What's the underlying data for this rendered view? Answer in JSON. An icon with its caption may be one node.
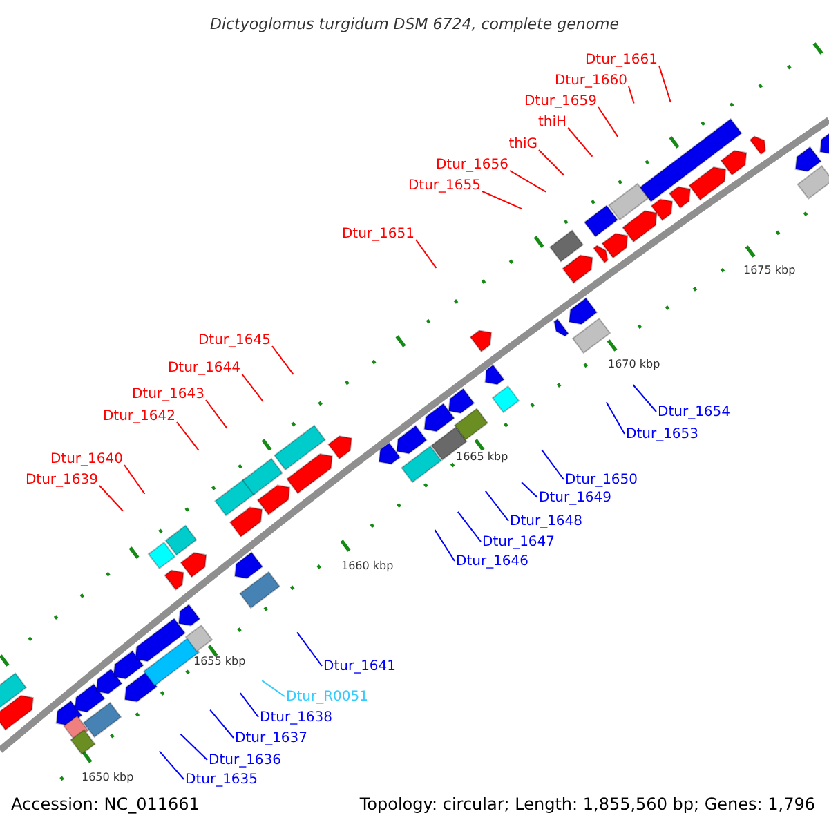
{
  "diagram": {
    "title": "Dictyoglomus turgidum DSM 6724, complete genome",
    "nodes": [
      {
        "text": [
          "Dtur_1661"
        ]
      },
      {
        "text": [
          "Dtur_1660"
        ]
      },
      {
        "text": [
          "Dtur_1659"
        ]
      },
      {
        "text": [
          "thiH"
        ]
      },
      {
        "text": [
          "thiG"
        ]
      },
      {
        "text": [
          "Dtur_1656"
        ]
      },
      {
        "text": [
          "Dtur_1655"
        ]
      },
      {
        "text": [
          "Dtur_1651"
        ]
      },
      {
        "text": [
          "Dtur_1645"
        ]
      },
      {
        "text": [
          "Dtur_1644"
        ]
      },
      {
        "text": [
          "Dtur_1643"
        ]
      },
      {
        "text": [
          "Dtur_1642"
        ]
      },
      {
        "text": [
          "Dtur_1640"
        ]
      },
      {
        "text": [
          "Dtur_1639"
        ]
      },
      {
        "text": [
          "Dtur_1654"
        ]
      },
      {
        "text": [
          "Dtur_1653"
        ]
      },
      {
        "text": [
          "Dtur_1650"
        ]
      },
      {
        "text": [
          "Dtur_1649"
        ]
      },
      {
        "text": [
          "Dtur_1648"
        ]
      },
      {
        "text": [
          "Dtur_1647"
        ]
      },
      {
        "text": [
          "Dtur_1646"
        ]
      },
      {
        "text": [
          "Dtur_1641"
        ]
      },
      {
        "text": [
          "Dtur_R0051"
        ]
      },
      {
        "text": [
          "Dtur_1638"
        ]
      },
      {
        "text": [
          "Dtur_1637"
        ]
      },
      {
        "text": [
          "Dtur_1636"
        ]
      },
      {
        "text": [
          "Dtur_1635"
        ]
      }
    ],
    "edges": [
      {
        "from": 0,
        "to": null,
        "arrow": "none"
      },
      {
        "from": 1,
        "to": null,
        "arrow": "none"
      },
      {
        "from": 2,
        "to": null,
        "arrow": "none"
      },
      {
        "from": 3,
        "to": null,
        "arrow": "none"
      },
      {
        "from": 4,
        "to": null,
        "arrow": "none"
      },
      {
        "from": 5,
        "to": null,
        "arrow": "none"
      },
      {
        "from": 6,
        "to": null,
        "arrow": "none"
      },
      {
        "from": 7,
        "to": null,
        "arrow": "none"
      },
      {
        "from": 8,
        "to": null,
        "arrow": "none"
      },
      {
        "from": 9,
        "to": null,
        "arrow": "none"
      },
      {
        "from": 10,
        "to": null,
        "arrow": "none"
      },
      {
        "from": 11,
        "to": null,
        "arrow": "none"
      },
      {
        "from": 12,
        "to": null,
        "arrow": "none"
      },
      {
        "from": 13,
        "to": null,
        "arrow": "none"
      },
      {
        "from": 14,
        "to": null,
        "arrow": "none",
        "color": "#0000ff"
      },
      {
        "from": 15,
        "to": null,
        "arrow": "none",
        "color": "#0000ff"
      },
      {
        "from": 16,
        "to": null,
        "arrow": "none",
        "color": "#0000ff"
      },
      {
        "from": 17,
        "to": null,
        "arrow": "none",
        "color": "#0000ff"
      },
      {
        "from": 18,
        "to": null,
        "arrow": "none",
        "color": "#0000ff"
      },
      {
        "from": 19,
        "to": null,
        "arrow": "none",
        "color": "#0000ff"
      },
      {
        "from": 20,
        "to": null,
        "arrow": "none",
        "color": "#0000ff"
      },
      {
        "from": 21,
        "to": null,
        "arrow": "none",
        "color": "#0000ff"
      },
      {
        "from": 22,
        "to": null,
        "arrow": "none",
        "color": "#33ccff"
      },
      {
        "from": 23,
        "to": null,
        "arrow": "none",
        "color": "#0000ff"
      },
      {
        "from": 24,
        "to": null,
        "arrow": "none",
        "color": "#0000ff"
      },
      {
        "from": 25,
        "to": null,
        "arrow": "none",
        "color": "#0000ff"
      },
      {
        "from": 26,
        "to": null,
        "arrow": "none",
        "color": "#0000ff"
      }
    ],
    "labels": [
      "1675 kbp",
      "1670 kbp",
      "1665 kbp",
      "1660 kbp",
      "1655 kbp",
      "1650 kbp",
      "Accession: NC_011661",
      "Topology: circular; Length: 1,855,560 bp; Genes: 1,796"
    ]
  }
}
